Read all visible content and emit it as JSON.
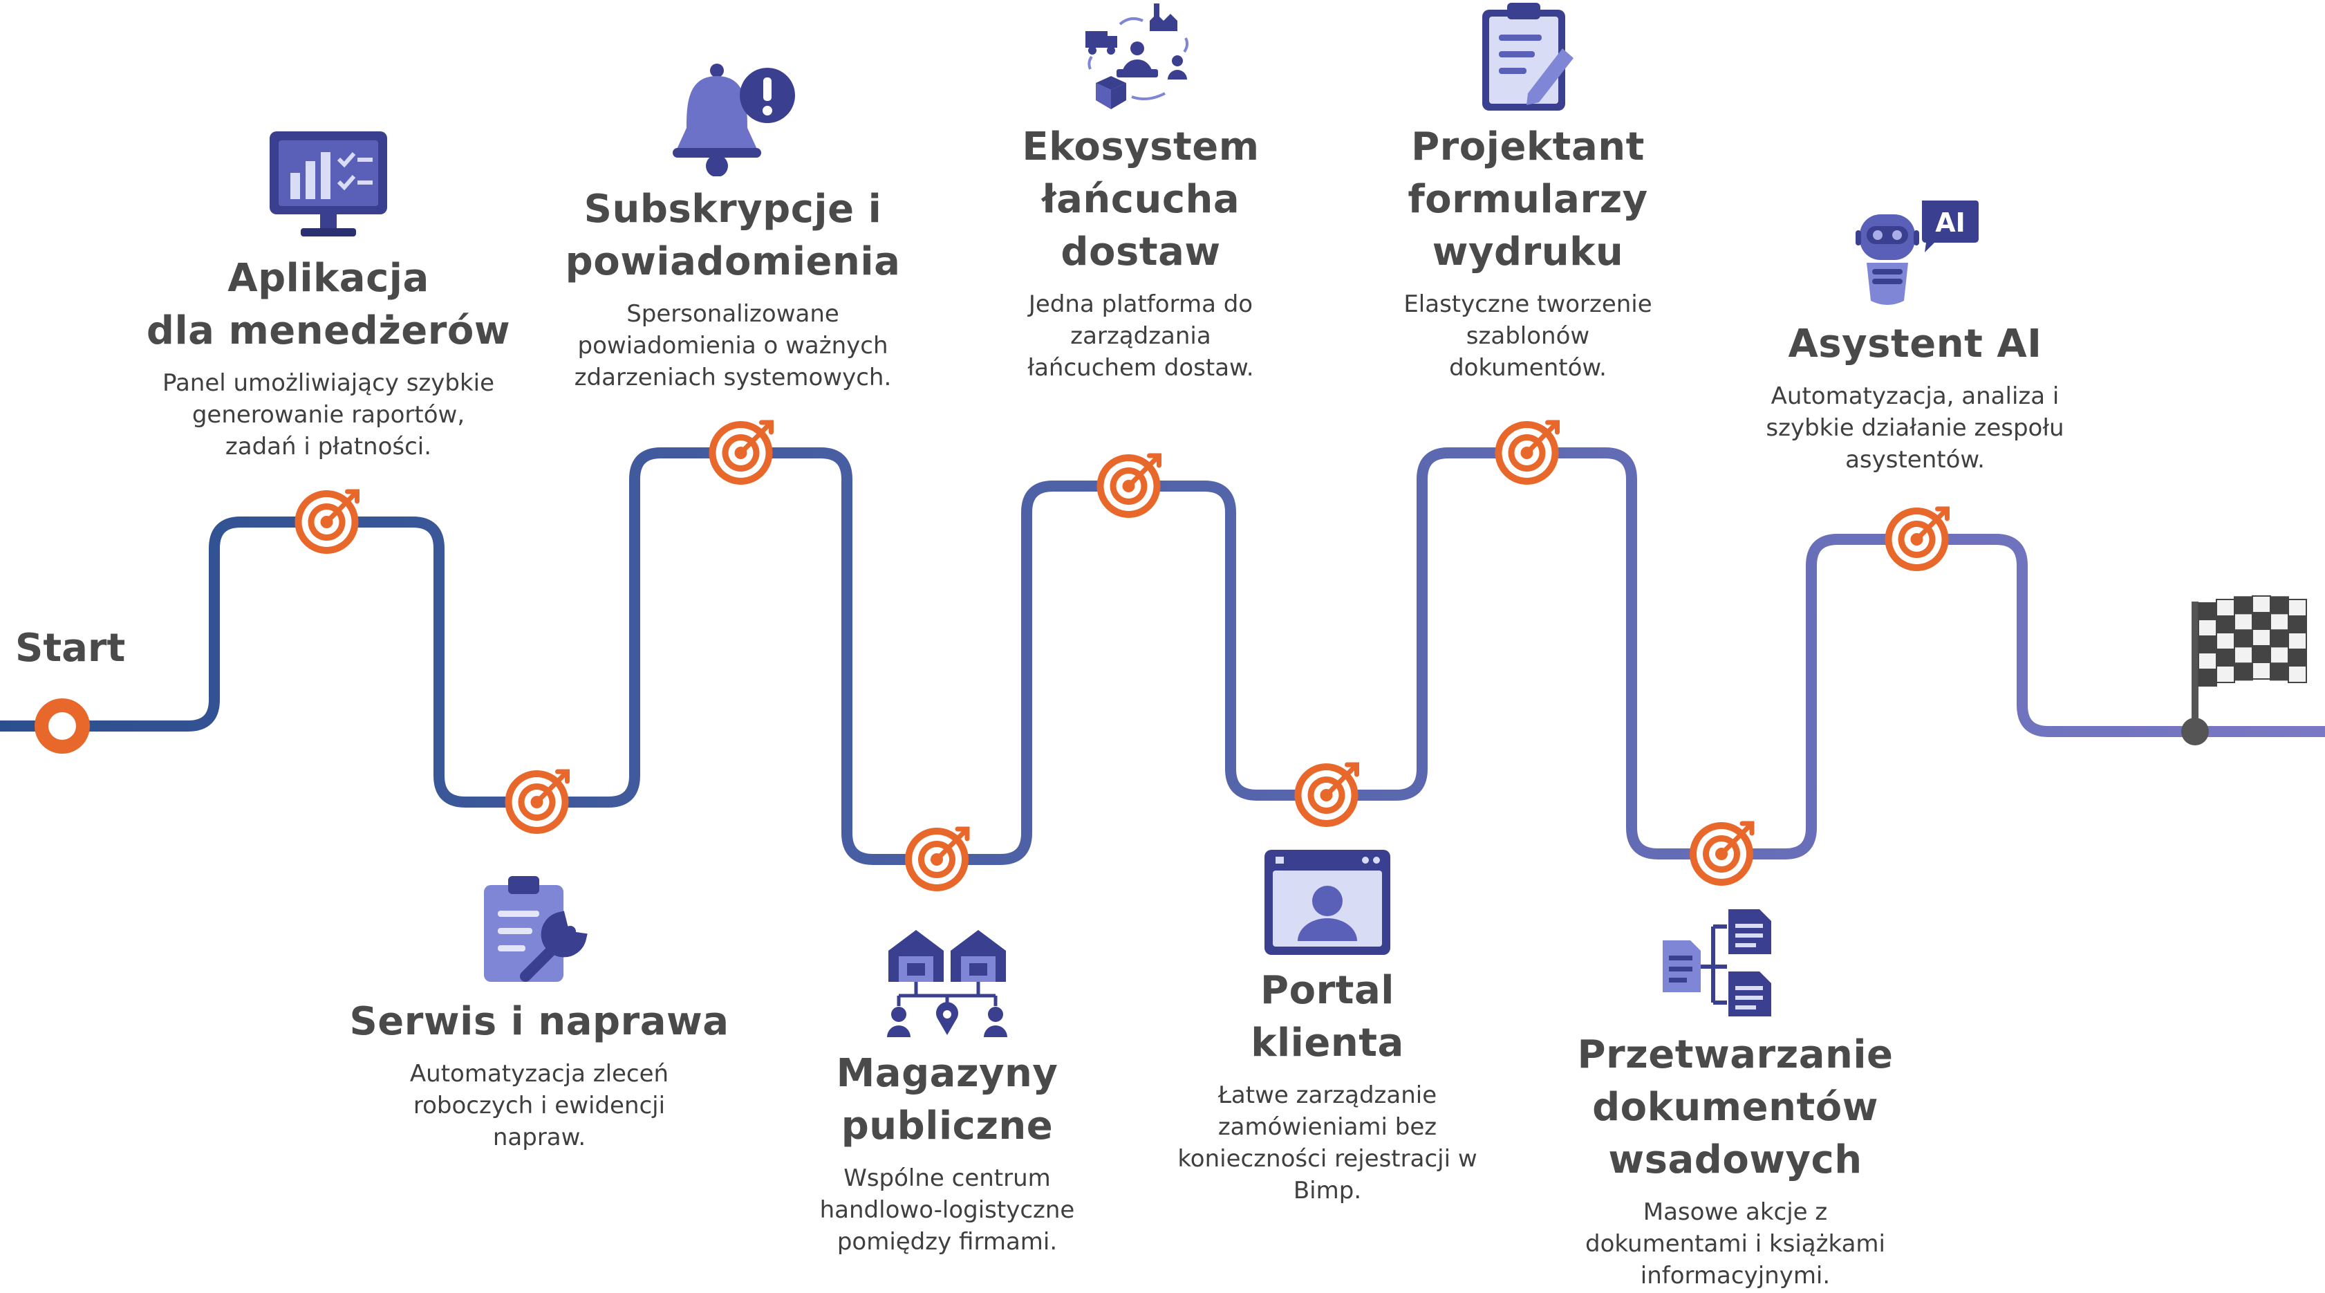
{
  "start_label": "Start",
  "colors": {
    "path_start": "#2b4f8e",
    "path_end": "#7a78c4",
    "target": "#e8672a",
    "start_dot": "#e8672a",
    "flag_pole": "#555555",
    "icon_dark": "#3a3f8f",
    "icon_light": "#7f86d6"
  },
  "steps": [
    {
      "id": "aplikacja",
      "title": [
        "Aplikacja",
        "dla menedżerów"
      ],
      "desc": [
        "Panel umożliwiający szybkie",
        "generowanie raportów,",
        "zadań i płatności."
      ],
      "icon": "dashboard-monitor-icon"
    },
    {
      "id": "serwis",
      "title": [
        "Serwis i naprawa"
      ],
      "desc": [
        "Automatyzacja zleceń",
        "roboczych i ewidencji",
        "napraw."
      ],
      "icon": "clipboard-wrench-icon"
    },
    {
      "id": "subskrypcje",
      "title": [
        "Subskrypcje i",
        "powiadomienia"
      ],
      "desc": [
        "Spersonalizowane",
        "powiadomienia o ważnych",
        "zdarzeniach systemowych."
      ],
      "icon": "bell-alert-icon"
    },
    {
      "id": "magazyny",
      "title": [
        "Magazyny publiczne"
      ],
      "desc": [
        "Wspólne centrum",
        "handlowo-logistyczne",
        "pomiędzy firmami."
      ],
      "icon": "warehouse-network-icon"
    },
    {
      "id": "ekosystem",
      "title": [
        "Ekosystem",
        "łańcucha",
        "dostaw"
      ],
      "desc": [
        "Jedna platforma do",
        "zarządzania",
        "łańcuchem dostaw."
      ],
      "icon": "supply-chain-icon"
    },
    {
      "id": "portal",
      "title": [
        "Portal",
        "klienta"
      ],
      "desc": [
        "Łatwe zarządzanie",
        "zamówieniami bez",
        "konieczności rejestracji w",
        "Bimp."
      ],
      "icon": "user-browser-icon"
    },
    {
      "id": "projektant",
      "title": [
        "Projektant",
        "formularzy",
        "wydruku"
      ],
      "desc": [
        "Elastyczne tworzenie",
        "szablonów",
        "dokumentów."
      ],
      "icon": "clipboard-pen-icon"
    },
    {
      "id": "przetwarzanie",
      "title": [
        "Przetwarzanie",
        "dokumentów",
        "wsadowych"
      ],
      "desc": [
        "Masowe akcje z",
        "dokumentami i książkami",
        "informacyjnymi."
      ],
      "icon": "document-batch-icon"
    },
    {
      "id": "asystent",
      "title": [
        "Asystent AI"
      ],
      "desc": [
        "Automatyzacja, analiza i",
        "szybkie działanie zespołu",
        "asystentów."
      ],
      "icon": "ai-robot-icon",
      "icon_text": "AI"
    }
  ],
  "finish_icon": "checkered-flag-icon"
}
